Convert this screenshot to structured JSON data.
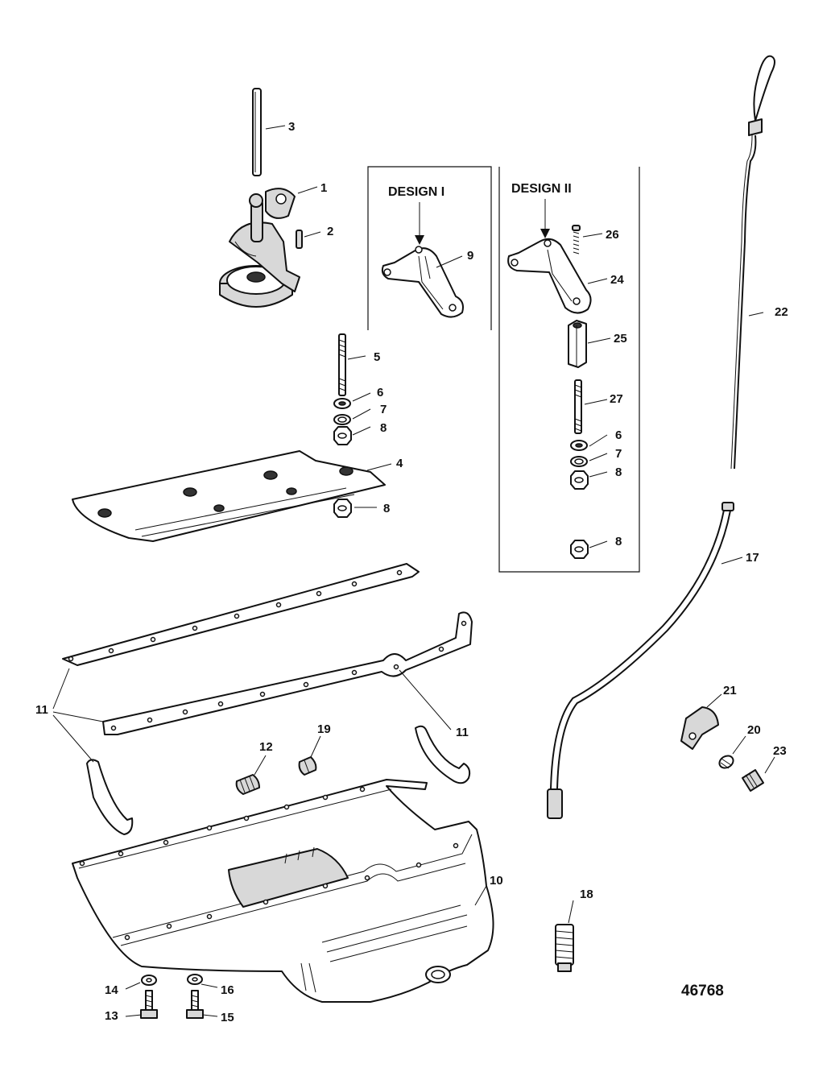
{
  "diagram": {
    "figure_number": "46768",
    "design_labels": [
      "DESIGN I",
      "DESIGN II"
    ],
    "callouts": {
      "c1": "1",
      "c2": "2",
      "c3": "3",
      "c4": "4",
      "c5": "5",
      "c6a": "6",
      "c7a": "7",
      "c8a": "8",
      "c8b": "8",
      "c9": "9",
      "c10": "10",
      "c11a": "11",
      "c11b": "11",
      "c12": "12",
      "c13": "13",
      "c14": "14",
      "c15": "15",
      "c16": "16",
      "c17": "17",
      "c18": "18",
      "c19": "19",
      "c20": "20",
      "c21": "21",
      "c22": "22",
      "c23": "23",
      "c24": "24",
      "c25": "25",
      "c26": "26",
      "c27": "27",
      "c6b": "6",
      "c7b": "7",
      "c8c": "8",
      "c8d": "8"
    }
  }
}
